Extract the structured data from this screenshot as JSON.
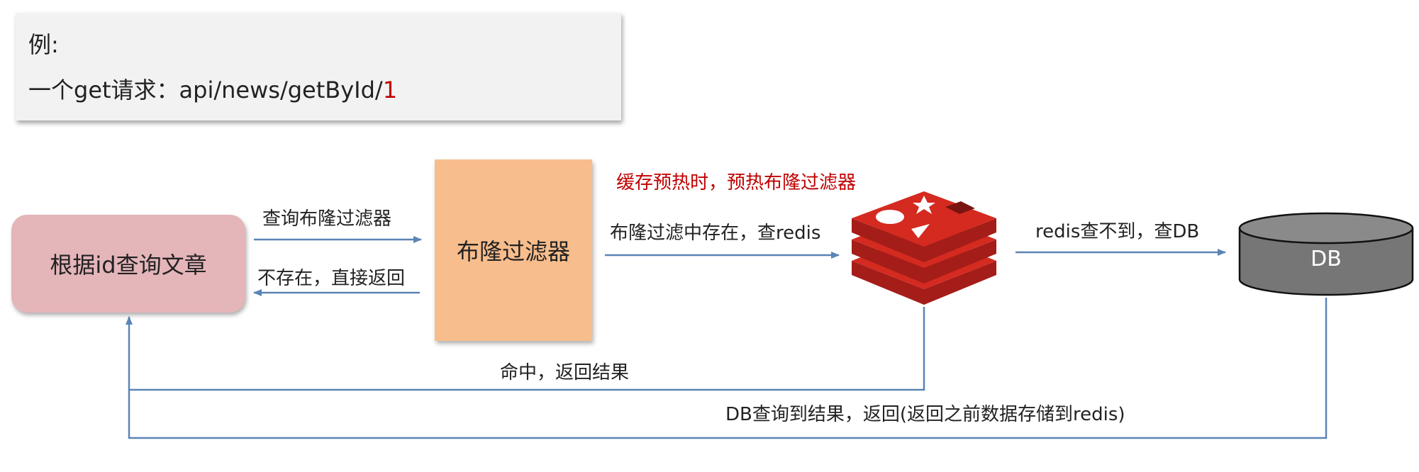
{
  "example": {
    "title": "例:",
    "prefix": "一个get请求：api/news/getById/",
    "id_value": "1"
  },
  "nodes": {
    "article_query": "根据id查询文章",
    "bloom_filter": "布隆过滤器",
    "db": "DB"
  },
  "edges": {
    "query_bloom": "查询布隆过滤器",
    "not_exist": "不存在，直接返回",
    "exists_query_redis": "布隆过滤中存在，查redis",
    "warmup_note": "缓存预热时，预热布隆过滤器",
    "redis_miss": "redis查不到，查DB",
    "hit_return": "命中，返回结果",
    "db_return": "DB查询到结果，返回(返回之前数据存储到redis)"
  },
  "colors": {
    "arrow": "#5b84b6",
    "article_fill": "#e4b5b9",
    "filter_fill": "#f8bd8c",
    "redis_red": "#d42a20",
    "db_gray": "#767676",
    "note_red": "#c00000"
  },
  "icons": {
    "redis": "redis-logo-icon",
    "database": "database-cylinder-icon"
  }
}
